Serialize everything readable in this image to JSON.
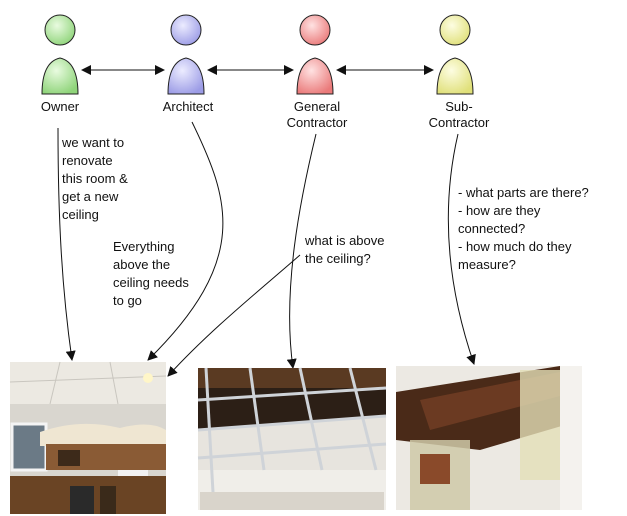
{
  "actors": [
    {
      "id": "owner",
      "label": "Owner",
      "color": "#b8e6a8"
    },
    {
      "id": "architect",
      "label": "Architect",
      "color": "#c2c2f2"
    },
    {
      "id": "general",
      "label": "General\nContractor",
      "color": "#f5a5a5"
    },
    {
      "id": "sub",
      "label": "Sub-\nContractor",
      "color": "#f0f0a6"
    }
  ],
  "notes": {
    "owner": "we want to\nrenovate\nthis room &\nget a new\nceiling",
    "architect": "Everything\nabove the\nceiling needs\nto go",
    "general": "what is above\nthe ceiling?",
    "sub": "- what parts are there?\n- how are they\nconnected?\n- how much do they\nmeasure?"
  },
  "photos": {
    "room": "room-photo",
    "ceiling": "ceiling-grid-photo",
    "beam": "beam-photo"
  }
}
